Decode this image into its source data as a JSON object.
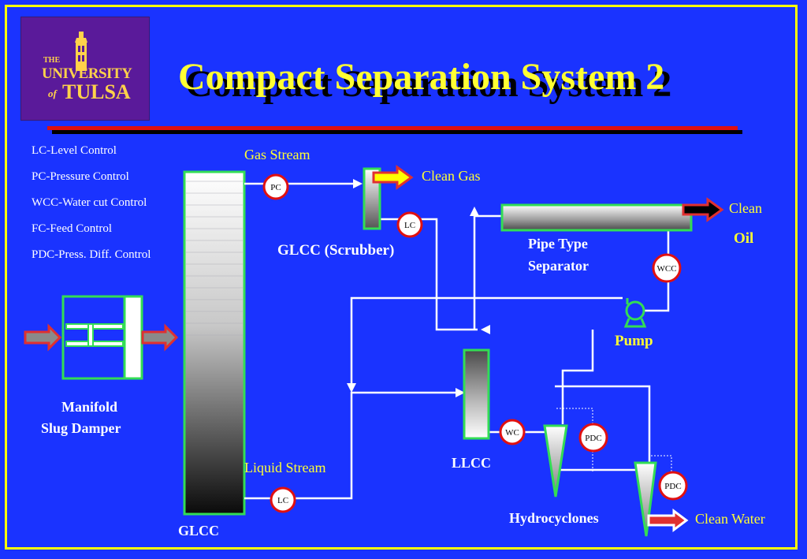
{
  "title": "Compact Separation System 2",
  "logo": {
    "the": "THE",
    "university": "UNIVERSITY",
    "of": "of",
    "tulsa": "TULSA"
  },
  "legend": [
    "LC-Level Control",
    "PC-Pressure Control",
    "WCC-Water cut Control",
    "FC-Feed Control",
    "PDC-Press. Diff. Control"
  ],
  "labels": {
    "gas_stream": "Gas Stream",
    "clean_gas": "Clean Gas",
    "glcc_scrubber": "GLCC (Scrubber)",
    "pipe_type_separator_1": "Pipe Type",
    "pipe_type_separator_2": "Separator",
    "clean_oil_1": "Clean",
    "clean_oil_2": "Oil",
    "pump": "Pump",
    "manifold_1": "Manifold",
    "manifold_2": "Slug Damper",
    "liquid_stream": "Liquid Stream",
    "llcc": "LLCC",
    "hydrocyclones": "Hydrocyclones",
    "clean_water": "Clean Water",
    "glcc": "GLCC"
  },
  "instruments": {
    "pc": "PC",
    "lc_scrubber": "LC",
    "wcc": "WCC",
    "wc": "WC",
    "pdc1": "PDC",
    "pdc2": "PDC",
    "lc_bottom": "LC"
  },
  "colors": {
    "background": "#1a33ff",
    "border": "#ffff00",
    "title": "#ffff33",
    "equipment_outline": "#33dd55",
    "instrument_outline": "#e01010",
    "arrow_red": "#e03030"
  }
}
